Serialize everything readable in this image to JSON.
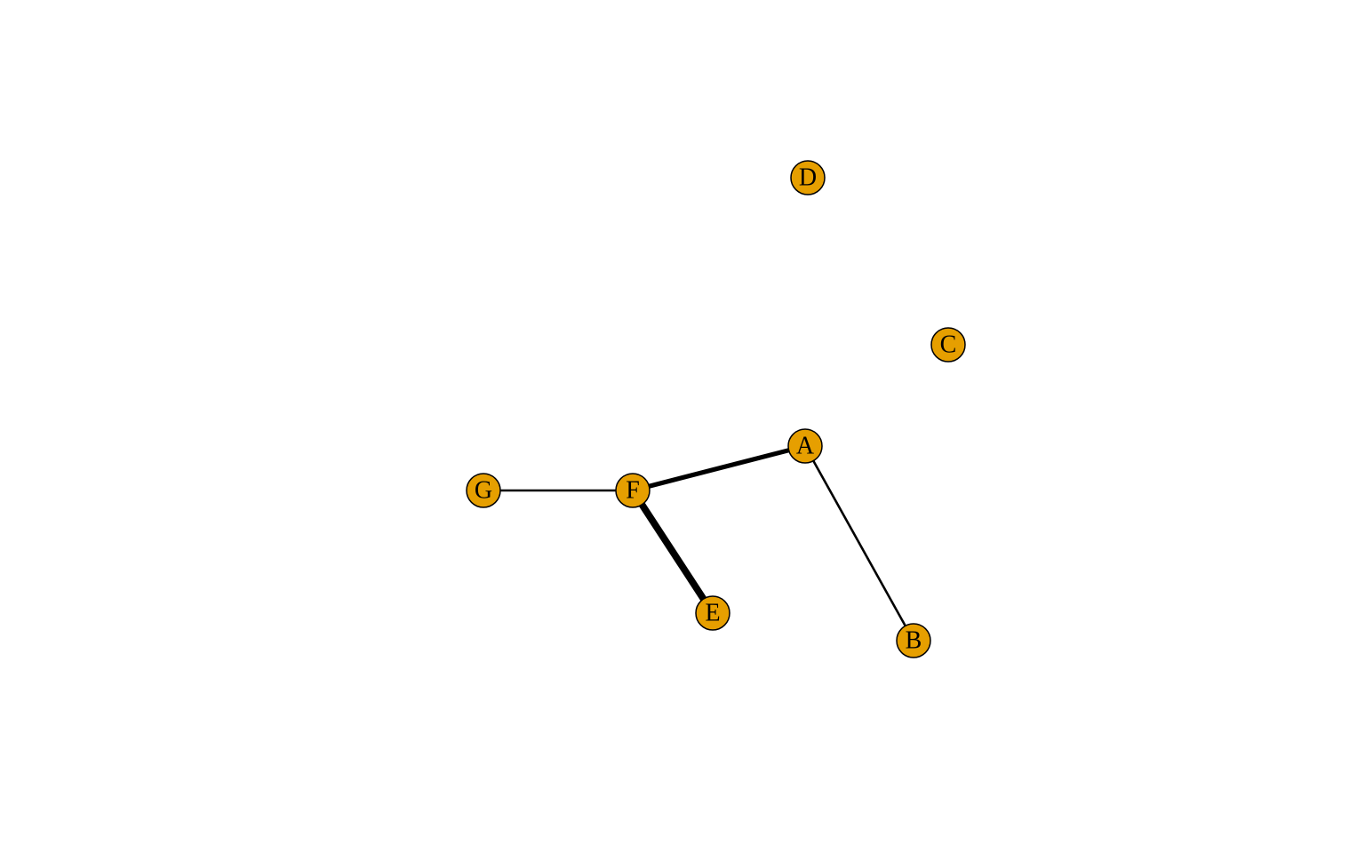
{
  "colors": {
    "background": "#ffffff",
    "node_fill": "#E69F00",
    "node_stroke": "#000000",
    "edge": "#000000"
  },
  "nodes": [
    {
      "id": "D",
      "label": "D"
    },
    {
      "id": "C",
      "label": "C"
    },
    {
      "id": "A",
      "label": "A"
    },
    {
      "id": "G",
      "label": "G"
    },
    {
      "id": "F",
      "label": "F"
    },
    {
      "id": "E",
      "label": "E"
    },
    {
      "id": "B",
      "label": "B"
    }
  ],
  "edges": [
    {
      "source": "G",
      "target": "F",
      "weight": 1
    },
    {
      "source": "F",
      "target": "A",
      "weight": 2
    },
    {
      "source": "F",
      "target": "E",
      "weight": 3
    },
    {
      "source": "A",
      "target": "B",
      "weight": 1
    }
  ]
}
